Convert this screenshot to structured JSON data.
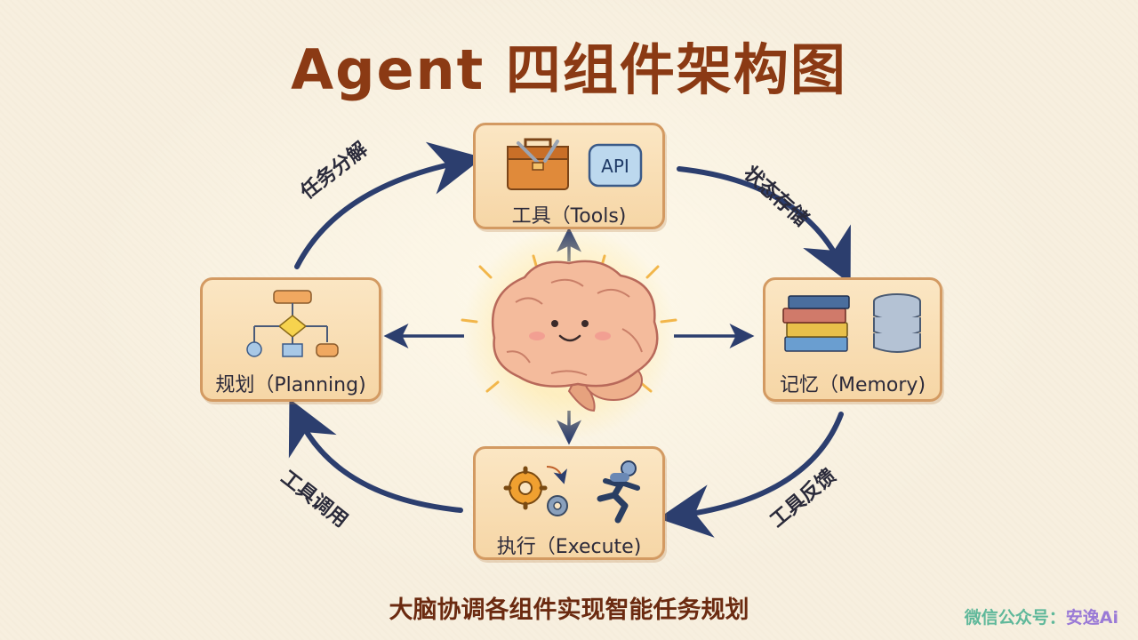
{
  "title": "Agent 四组件架构图",
  "subtitle": "大脑协调各组件实现智能任务规划",
  "watermark": {
    "prefix": "微信公众号：",
    "name": "安逸Ai"
  },
  "center": {
    "icon": "brain-icon"
  },
  "components": {
    "tools": {
      "label": "工具（Tools)",
      "icons": [
        "toolbox-icon",
        "api-icon"
      ],
      "api_text": "API"
    },
    "planning": {
      "label": "规划（Planning)",
      "icons": [
        "flowchart-icon"
      ]
    },
    "memory": {
      "label": "记忆（Memory)",
      "icons": [
        "books-icon",
        "database-icon"
      ]
    },
    "execute": {
      "label": "执行（Execute)",
      "icons": [
        "gears-icon",
        "running-person-icon"
      ]
    }
  },
  "arc_labels": {
    "top_left": "任务分解",
    "top_right": "状态存储",
    "bottom_left": "工具调用",
    "bottom_right": "工具反馈"
  },
  "colors": {
    "title": "#8b3a14",
    "arrow": "#2c3e6e",
    "card_border": "#d39a62",
    "card_fill": "#f8dcae"
  }
}
